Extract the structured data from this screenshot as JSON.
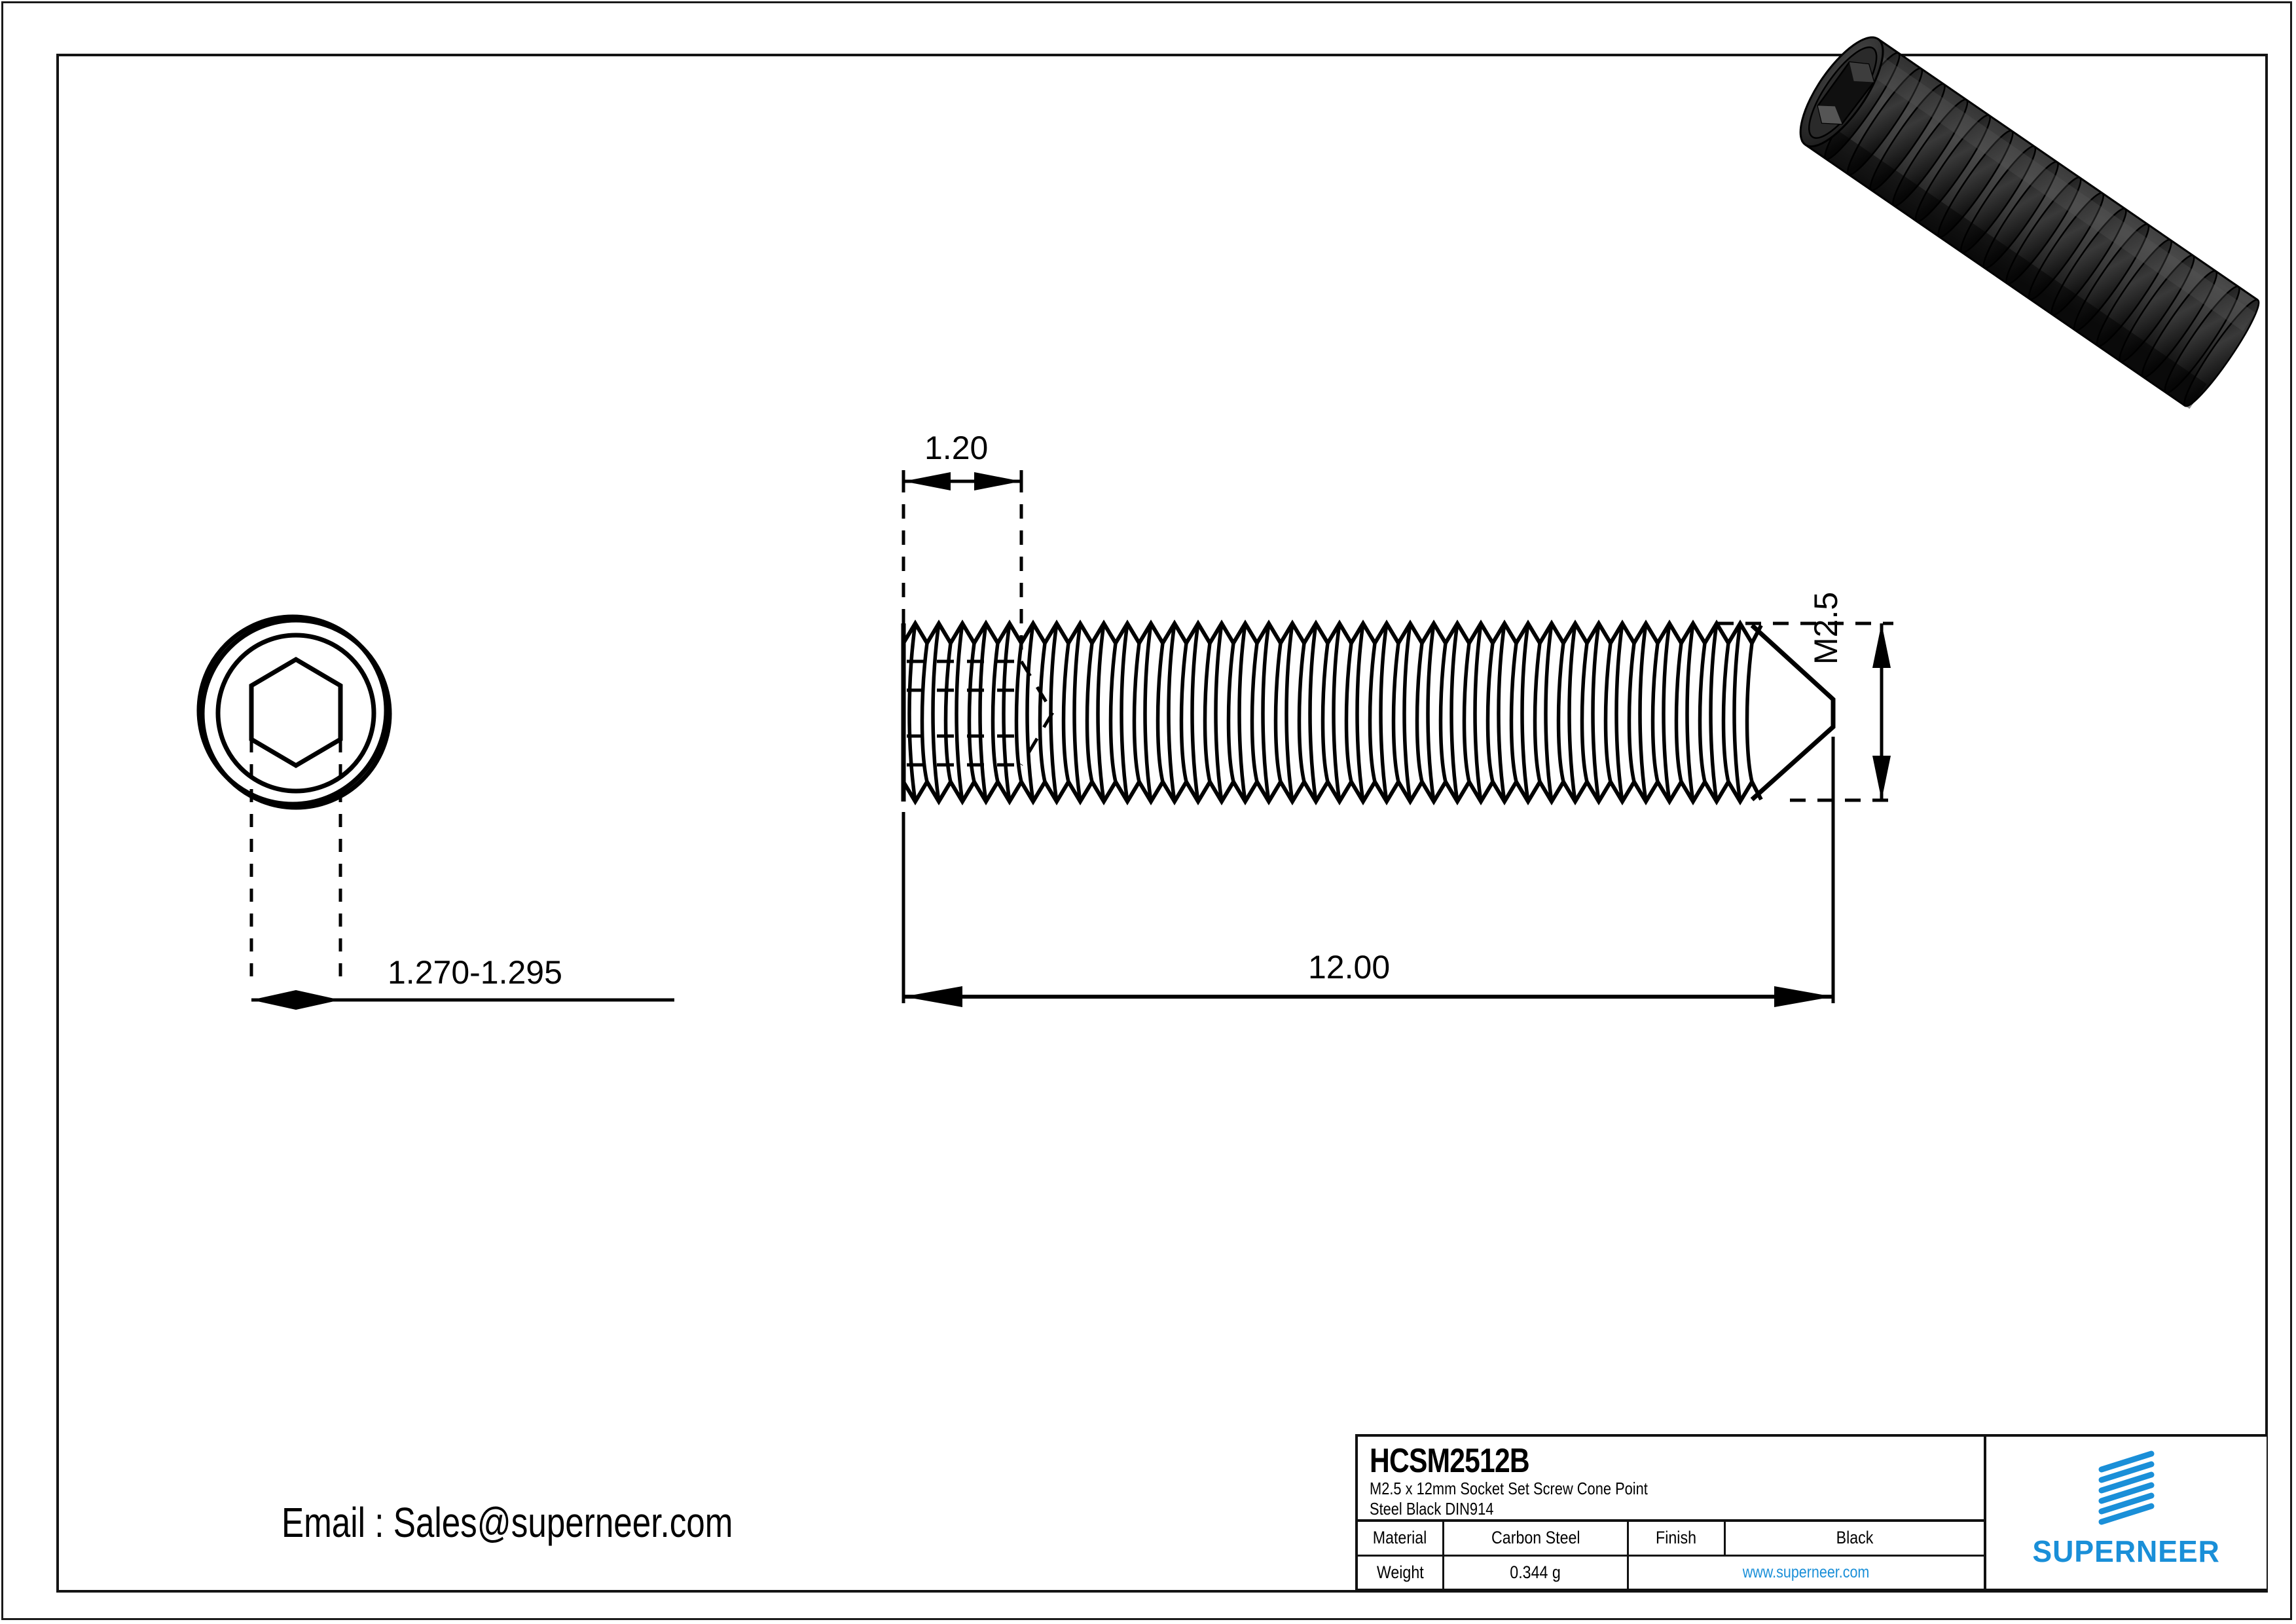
{
  "document": {
    "type": "engineering-drawing",
    "sheet_background": "#ffffff",
    "line_color": "#000000",
    "accent_color": "#1a8fd8"
  },
  "contact": {
    "email_line": "Email : Sales@superneer.com"
  },
  "title_block": {
    "part_code": "HCSM2512B",
    "description_line1": "M2.5 x 12mm Socket Set Screw Cone Point",
    "description_line2": "Steel Black DIN914",
    "material_label": "Material",
    "material_value": "Carbon Steel",
    "finish_label": "Finish",
    "finish_value": "Black",
    "weight_label": "Weight",
    "weight_value": "0.344 g",
    "website": "www.superneer.com",
    "brand": "SUPERNEER"
  },
  "dimensions": {
    "socket_depth": "1.20",
    "socket_across_flats": "1.270-1.295",
    "thread_size": "M2.5",
    "length": "12.00"
  },
  "views": {
    "end_view_name": "head-on socket view",
    "side_view_name": "threaded side view",
    "render_name": "3d-screw-render"
  }
}
